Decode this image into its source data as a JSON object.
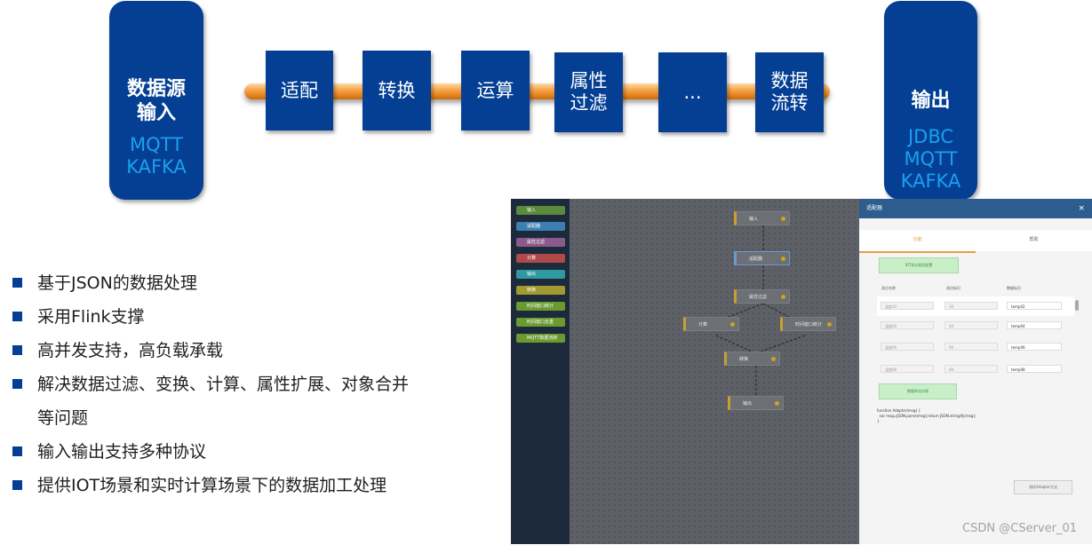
{
  "source": {
    "title": "数据源\n输入",
    "protocols": "MQTT\nKAFKA"
  },
  "output": {
    "title": "输出",
    "protocols": "JDBC\nMQTT\nKAFKA"
  },
  "steps": [
    {
      "label": "适配"
    },
    {
      "label": "转换"
    },
    {
      "label": "运算"
    },
    {
      "label": "属性\n过滤"
    },
    {
      "label": "..."
    },
    {
      "label": "数据\n流转"
    }
  ],
  "features": [
    "基于JSON的数据处理",
    "采用Flink支撑",
    "高并发支持，高负载承载",
    "解决数据过滤、变换、计算、属性扩展、对象合并\n等问题",
    "输入输出支持多种协议",
    "提供IOT场景和实时计算场景下的数据加工处理"
  ],
  "watermark": "CSDN @CServer_01",
  "screenshot": {
    "palette": [
      {
        "label": "输入",
        "color": "#5a8a3c"
      },
      {
        "label": "适配器",
        "color": "#3d7fb0"
      },
      {
        "label": "属性过滤",
        "color": "#8a5a8a"
      },
      {
        "label": "计算",
        "color": "#b04a4a"
      },
      {
        "label": "输出",
        "color": "#2f9aa0"
      },
      {
        "label": "转换",
        "color": "#a09a30"
      },
      {
        "label": "时间窗口统计",
        "color": "#6a9a30"
      },
      {
        "label": "时间窗口去重",
        "color": "#6a9a30"
      },
      {
        "label": "MQTT数据流转",
        "color": "#6a9a30"
      }
    ],
    "flow_nodes": [
      {
        "label": "输入"
      },
      {
        "label": "适配器"
      },
      {
        "label": "属性过滤"
      },
      {
        "label": "计算"
      },
      {
        "label": "时间窗口统计"
      },
      {
        "label": "转换"
      },
      {
        "label": "输出"
      }
    ],
    "panel": {
      "title": "适配器",
      "close": "×",
      "tabs": [
        "功能",
        "帮助"
      ],
      "iot_button": "IOT测点校验配置",
      "columns": [
        "测点名称",
        "测点标识",
        "数据标识"
      ],
      "rows": [
        {
          "name": "温度10",
          "id": "10",
          "data": "temp02"
        },
        {
          "name": "温度04",
          "id": "04",
          "data": "temp04"
        },
        {
          "name": "温度06",
          "id": "06",
          "data": "temp06"
        },
        {
          "name": "温度08",
          "id": "08",
          "data": "temp08"
        }
      ],
      "convert_button": "数据转化对接",
      "code": "function Adapter(msg) {\n  var msg=JSON.parse(msg);return JSON.stringify(msg);\n}",
      "test_button": "测试Adapter方法"
    }
  }
}
